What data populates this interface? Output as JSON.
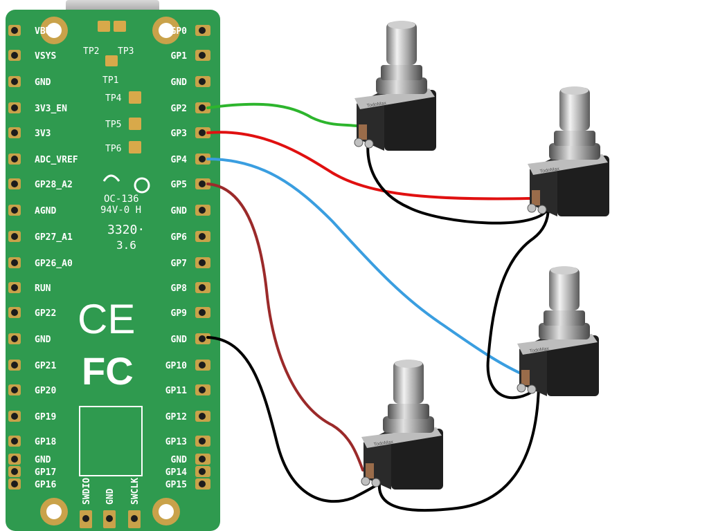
{
  "board": {
    "left_pins": [
      "VBUS",
      "VSYS",
      "GND",
      "3V3_EN",
      "3V3",
      "ADC_VREF",
      "GP28_A2",
      "AGND",
      "GP27_A1",
      "GP26_A0",
      "RUN",
      "GP22",
      "GND",
      "GP21",
      "GP20",
      "GP19",
      "GP18",
      "GND",
      "GP17",
      "GP16"
    ],
    "right_pins": [
      "GP0",
      "GP1",
      "GND",
      "GP2",
      "GP3",
      "GP4",
      "GP5",
      "GND",
      "GP6",
      "GP7",
      "GP8",
      "GP9",
      "GND",
      "GP10",
      "GP11",
      "GP12",
      "GP13",
      "GND",
      "GP14",
      "GP15"
    ],
    "test_points": [
      "TP1",
      "TP2",
      "TP3",
      "TP4",
      "TP5",
      "TP6"
    ],
    "bottom_pins": [
      "SWDIO",
      "GND",
      "SWCLK"
    ],
    "silkscreen": {
      "line1": "OC-136",
      "line2": "94V-0 H",
      "line3": "3320·",
      "line4": "3.6",
      "ce": "CE",
      "fc": "FC"
    },
    "colors": {
      "pcb": "#2f9a4f",
      "pad": "#c9a24a",
      "silk": "#ffffff"
    }
  },
  "switch_brand": "TodoMax",
  "wires": [
    {
      "name": "wire-gp2-green",
      "color": "#2db52d"
    },
    {
      "name": "wire-gp3-red",
      "color": "#e01010"
    },
    {
      "name": "wire-gp4-blue",
      "color": "#3a9ee0"
    },
    {
      "name": "wire-gp5-darkred",
      "color": "#9b2a2a"
    },
    {
      "name": "wire-gnd-black",
      "color": "#000000"
    }
  ]
}
